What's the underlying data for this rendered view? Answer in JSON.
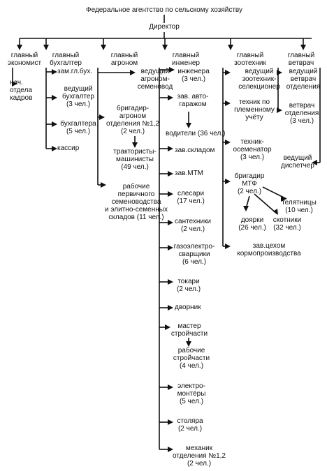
{
  "top": {
    "agency": "Федеральное агентство по сельскому хозяйству",
    "director": "Директор"
  },
  "columns": {
    "economist": {
      "head": "главный\nэкономист",
      "items": [
        "нач.\nотдела\nкадров"
      ]
    },
    "accountant": {
      "head": "главный\nбухгалтер",
      "items": [
        "зам.гл.бух.",
        "ведущий\nбухгалтер\n(3 чел.)",
        "бухгалтера\n(5 чел.)",
        "кассир"
      ]
    },
    "agronomist": {
      "head": "главный\nагроном",
      "items": [
        "ведущий\nагроном-\nсеменовод",
        "бригадир-\nагроном\nотделения №1,2\n(2 чел.)",
        "трактористы-\nмашинисты\n(49 чел.)",
        "рабочие\nпервичного\nсеменоводства\nи элитно-семенных\nскладов (11 чел.)"
      ]
    },
    "engineer": {
      "head": "главный\nинженер",
      "items": [
        "инженера\n(3 чел.)",
        "зав. авто-\nгаражом",
        "водители (36 чел.)",
        "зав.складом",
        "зав.МТМ",
        "слесари\n(17 чел.)",
        "сантехники\n(2 чел.)",
        "газоэлектро-\nсварщики\n(6 чел.)",
        "токари\n(2 чел.)",
        "дворник",
        "мастер\nстройчасти",
        "рабочие\nстройчасти\n(4 чел.)",
        "электро-\nмонтёры\n(5 чел.)",
        "столяра\n(2 чел.)",
        "механик\nотделения №1,2\n(2 чел.)"
      ]
    },
    "zootechnician": {
      "head": "главный\nзоотехник",
      "items": [
        "ведущий\nзоотехник-\nселекционер",
        "техник по\nплеменному\nучёту",
        "техник-\nосеменатор\n(3 чел.)",
        "бригадир\nМТФ\n(2 чел.)",
        "телятницы\n(10 чел.)",
        "доярки\n(26 чел.)",
        "скотники\n(32 чел.)",
        "зав.цехом\nкормопроизводства"
      ]
    },
    "vet": {
      "head": "главный\nветврач",
      "items": [
        "ведущий\nветврач\nотделения",
        "ветврач\nотделения\n(3 чел.)",
        "ведущий\nдиспетчер"
      ]
    }
  }
}
